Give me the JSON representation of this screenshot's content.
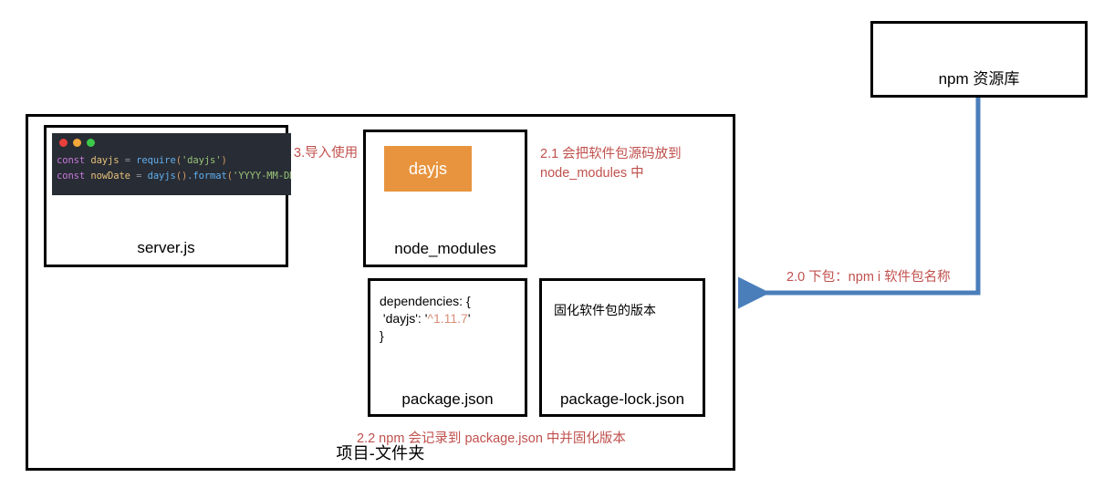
{
  "diagram": {
    "title_hidden": "npm package workflow diagram",
    "colors": {
      "arrow_blue": "#4a7ebb",
      "annotation_red": "#c0504d",
      "chip_orange": "#e8943f",
      "code_bg": "#282c34",
      "box_border": "#000000",
      "version_token": "#d98e7a"
    }
  },
  "project_folder": {
    "label": "项目-文件夹"
  },
  "server_js": {
    "label": "server.js",
    "window_dots": [
      "red-dot",
      "amber-dot",
      "green-dot"
    ],
    "code": {
      "line1": {
        "kw": "const",
        "var": "dayjs",
        "op": "=",
        "fn": "require",
        "open_paren": "(",
        "str": "'dayjs'",
        "close_paren": ")"
      },
      "line2": {
        "kw": "const",
        "var": "nowDate",
        "op": "=",
        "fn": "dayjs",
        "call_parens": "()",
        "dot_fn": ".format",
        "open_paren": "(",
        "str": "'YYYY-MM-DD'",
        "close_paren": ")"
      }
    }
  },
  "node_modules": {
    "label": "node_modules",
    "chip_label": "dayjs"
  },
  "package_json": {
    "label": "package.json",
    "code_line1": "dependencies: {",
    "code_line2_key": " 'dayjs': '",
    "code_line2_version": "^1.11.7",
    "code_line2_tail": "'",
    "code_line3": "}"
  },
  "package_lock_json": {
    "label": "package-lock.json",
    "note": "固化软件包的版本"
  },
  "npm_registry": {
    "label": "npm 资源库"
  },
  "annotations": {
    "import_usage": "3.导入使用",
    "copy_source": "2.1 会把软件包源码放到\nnode_modules 中",
    "download": "2.0 下包：npm i 软件包名称",
    "record_version": "2.2 npm 会记录到 package.json 中并固化版本"
  }
}
